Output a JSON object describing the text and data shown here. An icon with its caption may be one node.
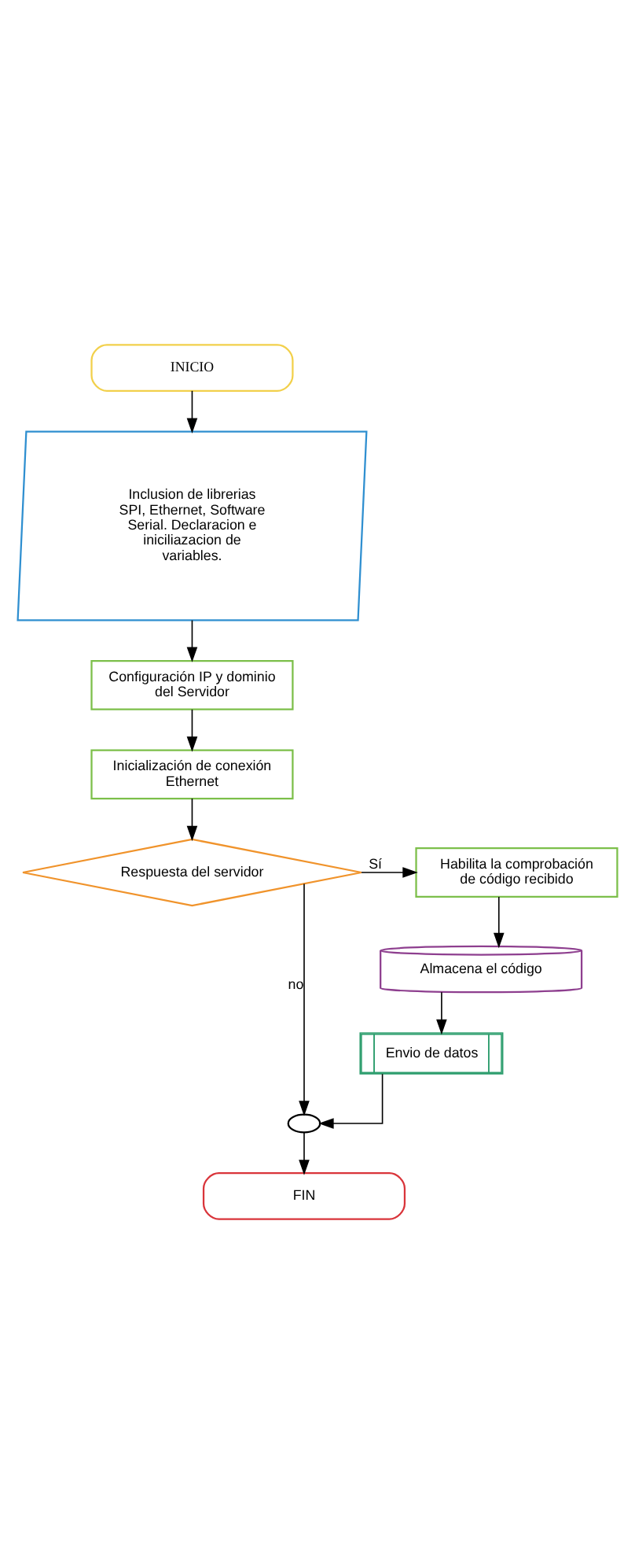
{
  "diagram": {
    "nodes": [
      {
        "text": [
          "INICIO"
        ]
      },
      {
        "text": [
          "Inclusion de librerias SPI, Ethernet, Software Serial. Declaracion e iniciliazacion de variables."
        ]
      },
      {
        "text": [
          "Configuración IP y dominio del Servidor"
        ]
      },
      {
        "text": [
          "Inicialización de conexión Ethernet"
        ]
      },
      {
        "text": [
          "Respuesta del servidor"
        ]
      },
      {
        "text": [
          "Habilita la comprobación de código recibido"
        ]
      },
      {
        "text": [
          "Almacena el código"
        ]
      },
      {
        "text": [
          "Envio de datos"
        ]
      },
      {
        "text": [],
        "shape": "circle"
      },
      {
        "text": [
          "FIN"
        ]
      }
    ],
    "edges": [
      {
        "from": 0,
        "to": 1,
        "arrow": "to"
      },
      {
        "from": 1,
        "to": 2,
        "arrow": "to"
      },
      {
        "from": 2,
        "to": 3,
        "arrow": "to"
      },
      {
        "from": 3,
        "to": 4,
        "arrow": "to"
      },
      {
        "from": 4,
        "to": 5,
        "label": "Sí",
        "arrow": "to"
      },
      {
        "from": 4,
        "to": 8,
        "label": "no",
        "arrow": "to"
      },
      {
        "from": 5,
        "to": 6,
        "arrow": "to"
      },
      {
        "from": 6,
        "to": 7,
        "arrow": "to"
      },
      {
        "from": 7,
        "to": 8,
        "arrow": "to"
      },
      {
        "from": 8,
        "to": 9,
        "arrow": "to"
      }
    ]
  }
}
